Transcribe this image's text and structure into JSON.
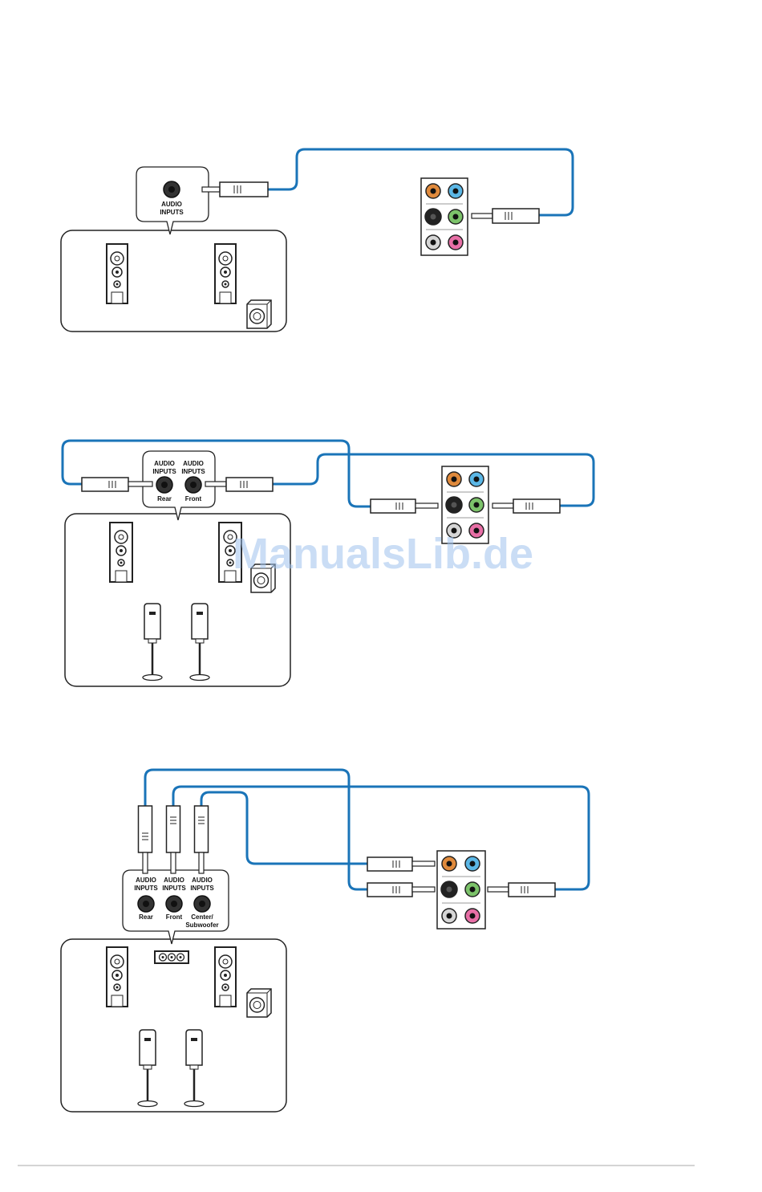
{
  "diagrams": {
    "stereo": {
      "inputs": [
        {
          "line1": "AUDIO",
          "line2": "INPUTS",
          "sub": "",
          "sub2": ""
        }
      ]
    },
    "four_channel": {
      "inputs": [
        {
          "line1": "AUDIO",
          "line2": "INPUTS",
          "sub": "Rear",
          "sub2": ""
        },
        {
          "line1": "AUDIO",
          "line2": "INPUTS",
          "sub": "Front",
          "sub2": ""
        }
      ]
    },
    "six_channel": {
      "inputs": [
        {
          "line1": "AUDIO",
          "line2": "INPUTS",
          "sub": "Rear",
          "sub2": ""
        },
        {
          "line1": "AUDIO",
          "line2": "INPUTS",
          "sub": "Front",
          "sub2": ""
        },
        {
          "line1": "AUDIO",
          "line2": "INPUTS",
          "sub": "Center/",
          "sub2": "Subwoofer"
        }
      ]
    }
  },
  "port_colors": {
    "orange": "#e08a3c",
    "blue": "#5bb7e6",
    "black": "#222222",
    "green": "#7cc36a",
    "gray": "#d6d6d6",
    "pink": "#e86fa6"
  },
  "cable_color": "#1a74b8",
  "watermark": "ManualsLib.de"
}
